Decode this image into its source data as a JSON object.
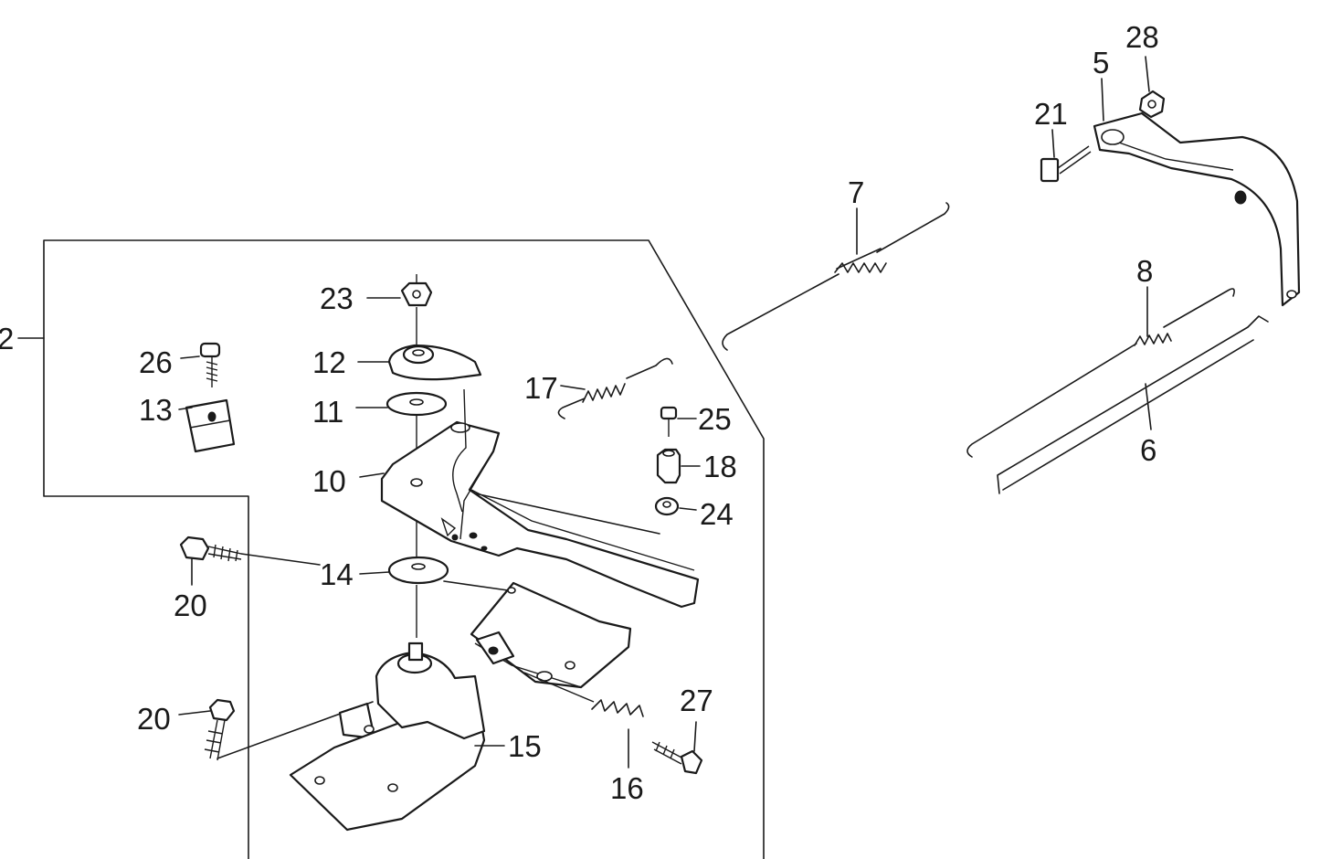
{
  "diagram": {
    "labels": {
      "n2": "2",
      "n5": "5",
      "n6": "6",
      "n7": "7",
      "n8": "8",
      "n10": "10",
      "n11": "11",
      "n12": "12",
      "n13": "13",
      "n14": "14",
      "n15": "15",
      "n16": "16",
      "n17": "17",
      "n18": "18",
      "n20a": "20",
      "n20b": "20",
      "n21": "21",
      "n23": "23",
      "n24": "24",
      "n25": "25",
      "n26": "26",
      "n27": "27",
      "n28": "28"
    }
  }
}
